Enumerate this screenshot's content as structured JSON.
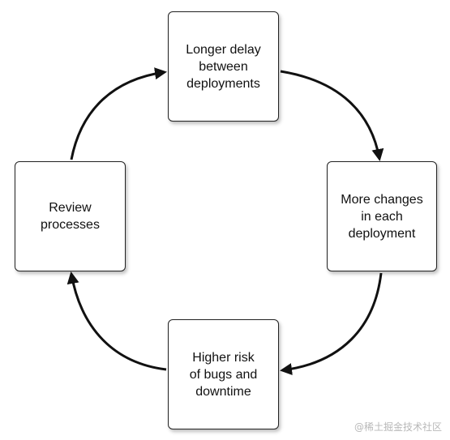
{
  "nodes": {
    "top": "Longer delay\nbetween\ndeployments",
    "right": "More changes\nin each\ndeployment",
    "bottom": "Higher risk\nof bugs and\ndowntime",
    "left": "Review\nprocesses"
  },
  "watermark": "@稀土掘金技术社区",
  "colors": {
    "stroke": "#111111",
    "box_border": "#222222",
    "watermark": "#b8b8b8"
  }
}
